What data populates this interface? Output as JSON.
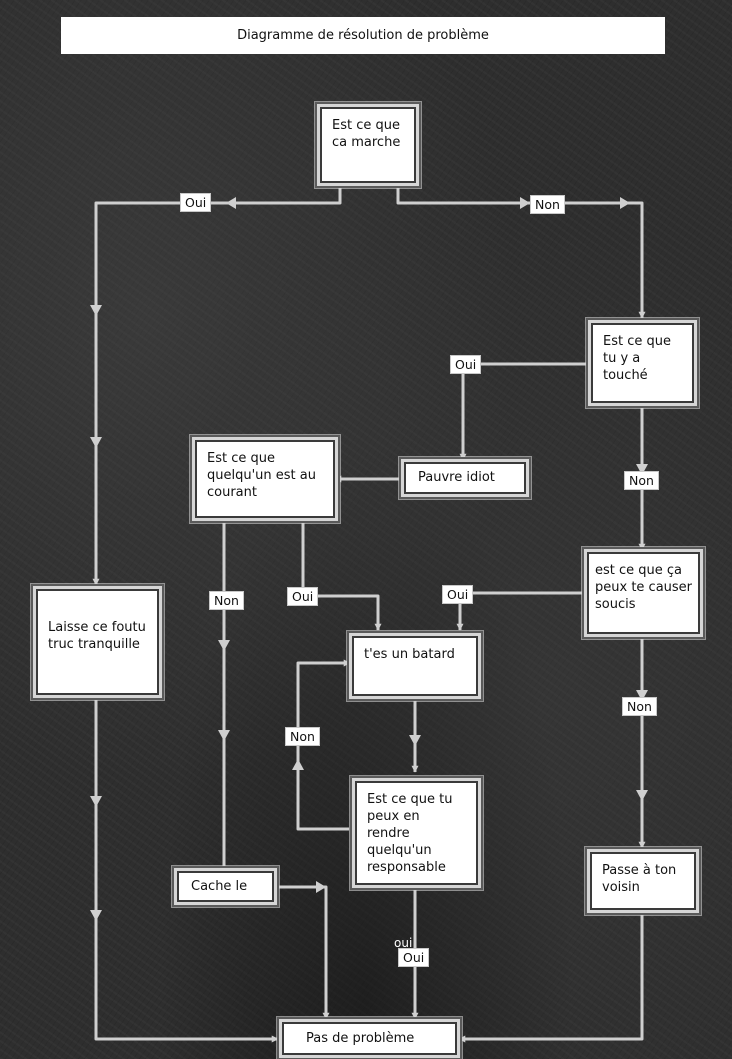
{
  "title": "Diagramme de résolution de problème",
  "colors": {
    "background": "#2e2e2e",
    "wire": "#cfcfcf",
    "box": "#ffffff",
    "text": "#111111"
  },
  "nodes": {
    "start": "Est ce que\nca marche",
    "touched": "Est ce que\ntu y a\ntouché",
    "idiot": "Pauvre idiot",
    "someone_knows": "Est ce que\nquelqu'un est au\ncourant",
    "trouble": "est ce que ça\npeux te causer\nsoucis",
    "leave_alone": "Laisse ce foutu\ntruc tranquille",
    "bastard": "t'es un batard",
    "blame": "Est ce que tu\npeux en rendre\nquelqu'un\nresponsable",
    "hide": "Cache le",
    "neighbor": "Passe à ton\nvoisin",
    "no_problem": "Pas de problème"
  },
  "edge_labels": {
    "start_yes": "Oui",
    "start_no": "Non",
    "touched_yes": "Oui",
    "touched_no": "Non",
    "knows_no": "Non",
    "knows_yes": "Oui",
    "trouble_yes": "Oui",
    "trouble_no": "Non",
    "blame_no": "Non",
    "blame_yes": "Oui",
    "stray_mark": "oui"
  }
}
